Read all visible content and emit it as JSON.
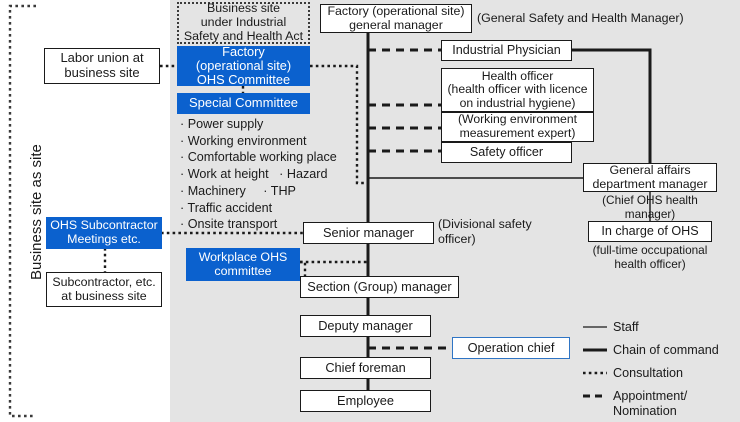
{
  "diagram": {
    "title_vertical": "Business site as site",
    "regions": {
      "site_under_act": "Business site\nunder Industrial\nSafety and Health Act"
    },
    "nodes": {
      "labor_union": "Labor union at\nbusiness site",
      "factory_ohs_committee": "Factory\n(operational site)\nOHS Committee",
      "special_committee": "Special Committee",
      "ohs_subcontractor": "OHS Subcontractor\nMeetings etc.",
      "subcontractor": "Subcontractor, etc.\nat business site",
      "workplace_ohs_committee": "Workplace OHS\ncommittee",
      "factory_general_manager": "Factory (operational site)\ngeneral manager",
      "industrial_physician": "Industrial Physician",
      "health_officer": "Health officer\n(health officer with licence\non industrial hygiene)",
      "working_env_expert": "(Working environment\nmeasurement expert)",
      "safety_officer": "Safety officer",
      "general_affairs_manager": "General affairs\ndepartment manager",
      "in_charge_of_ohs": "In charge of OHS",
      "senior_manager": "Senior manager",
      "section_group_manager": "Section (Group) manager",
      "deputy_manager": "Deputy manager",
      "operation_chief": "Operation chief",
      "chief_foreman": "Chief foreman",
      "employee": "Employee"
    },
    "annotations": {
      "general_safety_health_manager": "(General Safety and Health Manager)",
      "chief_ohs_health_manager": "(Chief OHS health manager)",
      "full_time_health_officer": "(full-time occupational\nhealth officer)",
      "divisional_safety_officer": "(Divisional safety\nofficer)"
    },
    "special_committee_items": [
      "Power supply",
      "Working environment",
      "Comfortable working place",
      "Work at height   · Hazard",
      "Machinery     · THP",
      "Traffic accident",
      "Onsite transport"
    ],
    "legend": [
      {
        "label": "Staff",
        "style": "thin-solid"
      },
      {
        "label": "Chain of command",
        "style": "thick-solid"
      },
      {
        "label": "Consultation",
        "style": "dotted"
      },
      {
        "label": "Appointment/\nNomination",
        "style": "dashed"
      }
    ],
    "colors": {
      "accent_blue": "#0b61ce",
      "panel_gray": "#e4e4e4",
      "line_dark": "#1a1a1a",
      "blue_outline": "#2f75c5"
    }
  }
}
